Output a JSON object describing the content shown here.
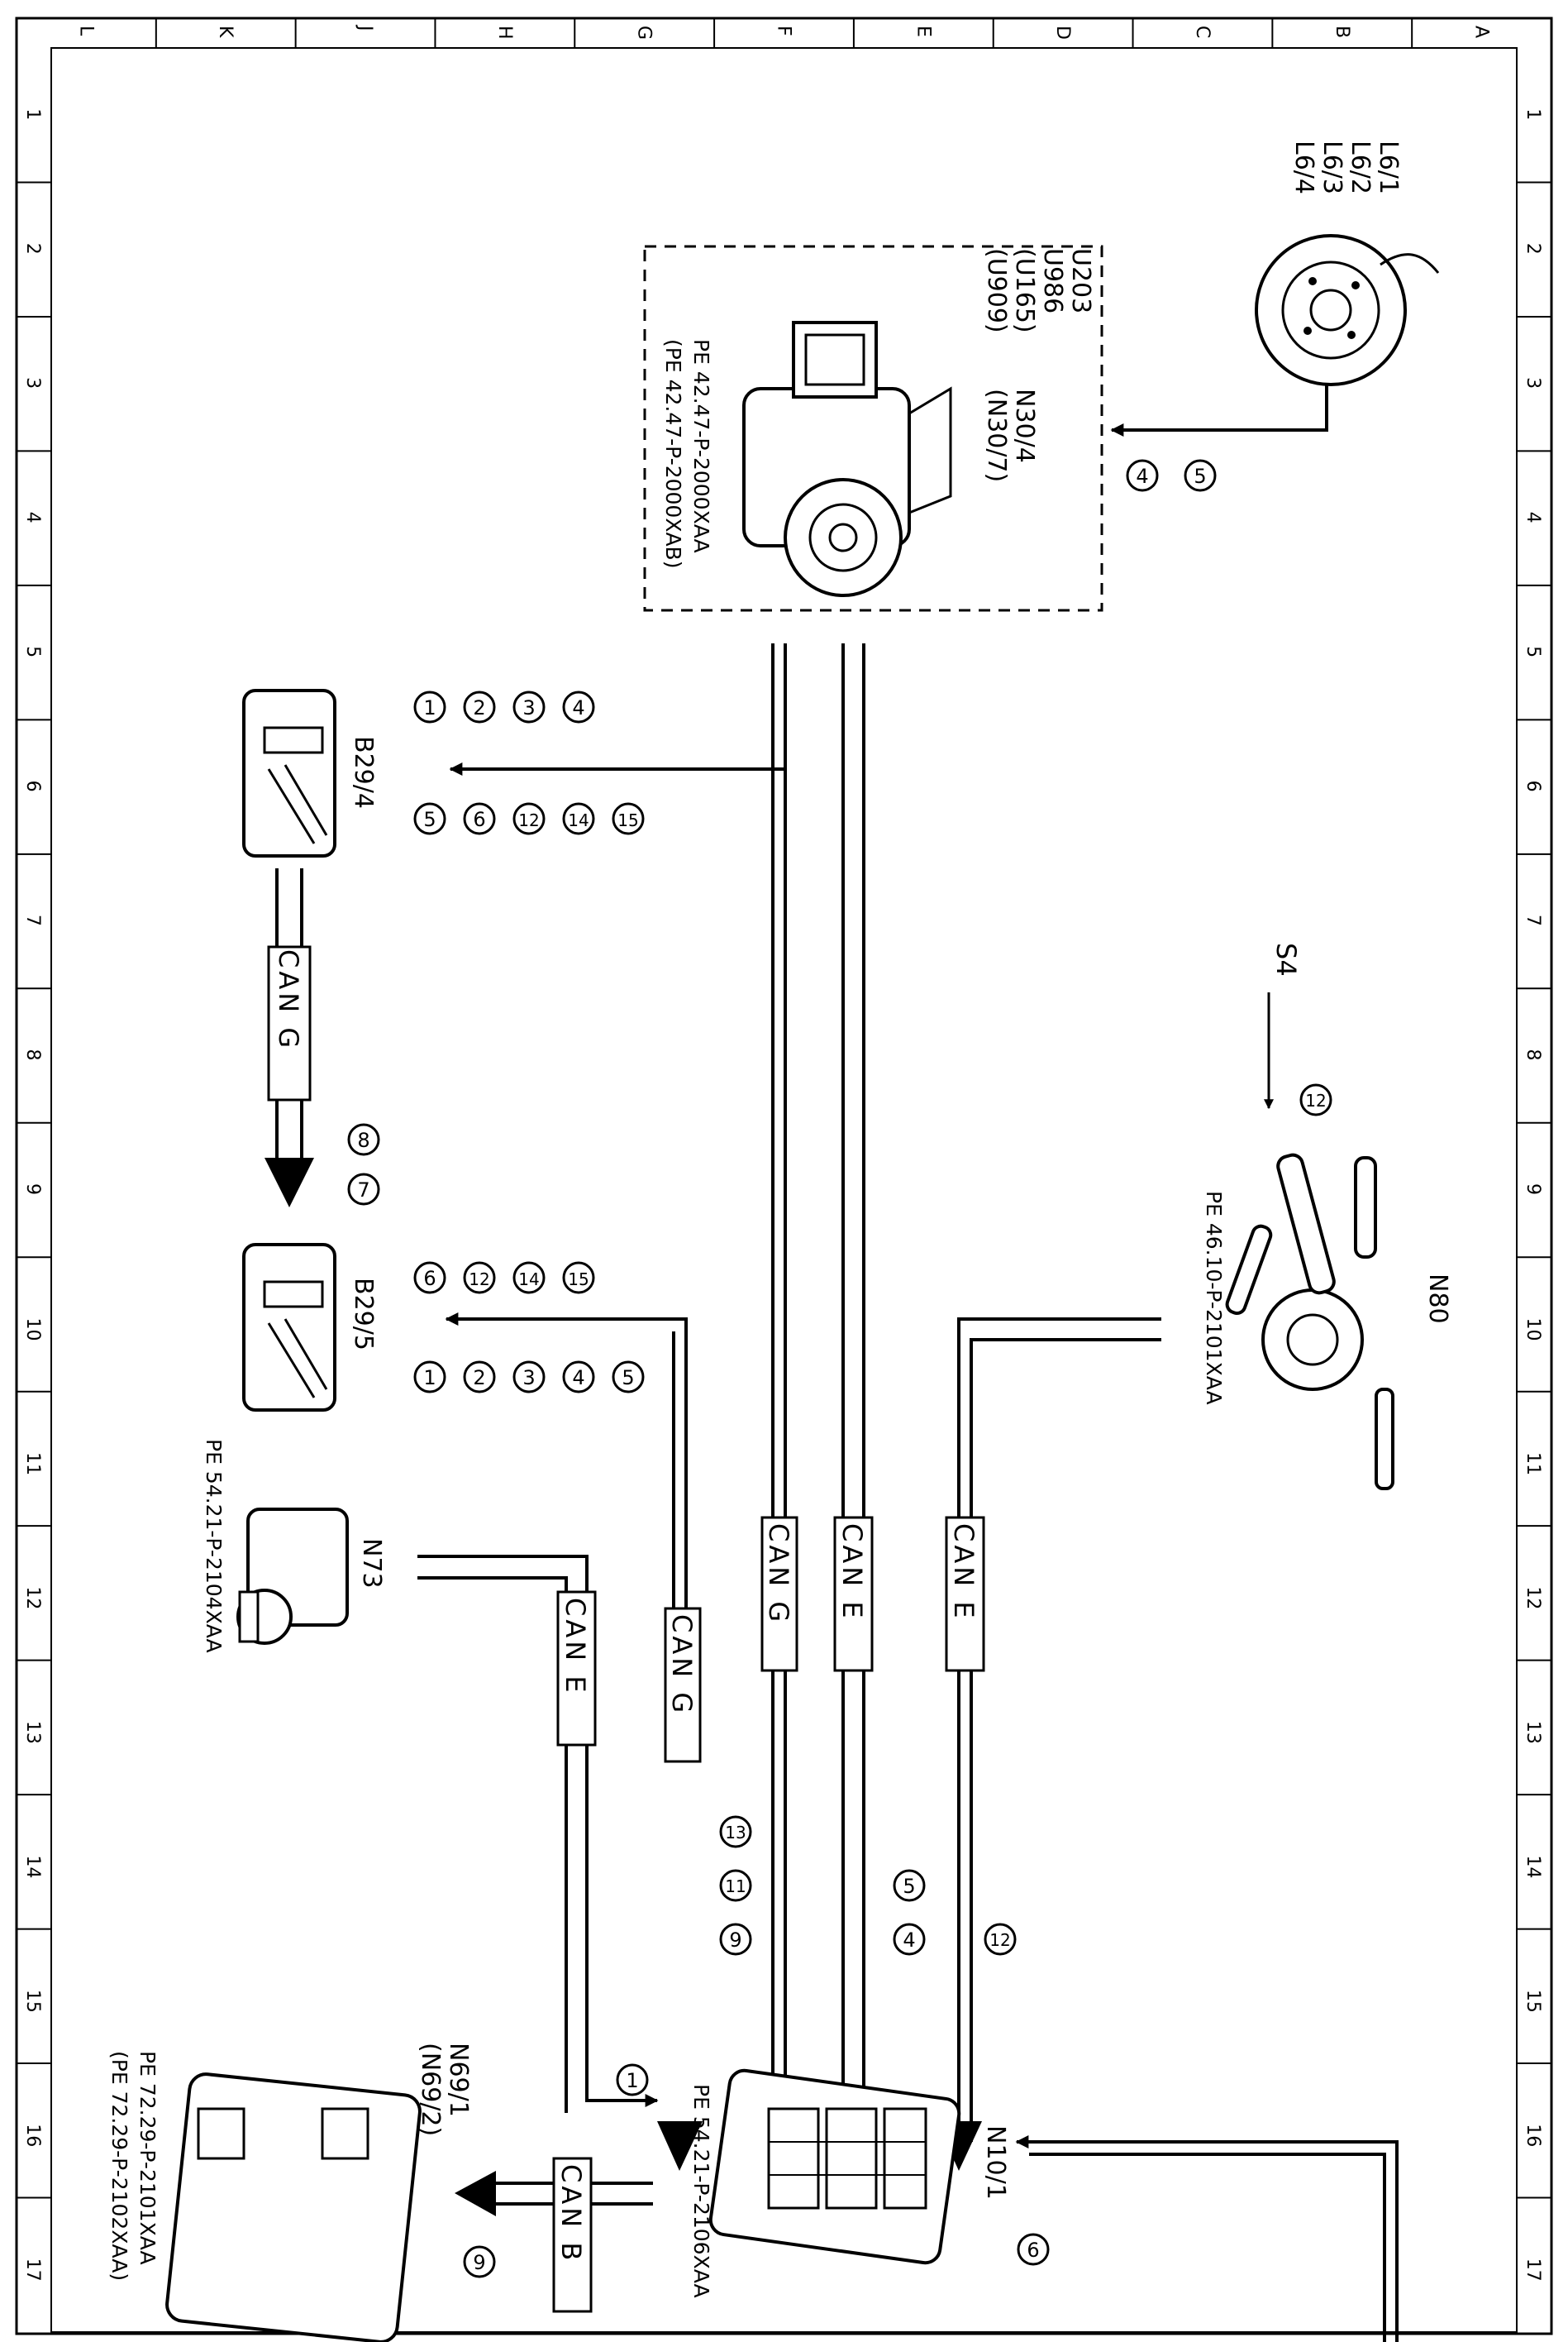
{
  "frame": {
    "columns": [
      "L",
      "K",
      "J",
      "H",
      "G",
      "F",
      "E",
      "D",
      "C",
      "B",
      "A"
    ],
    "rows": [
      "1",
      "2",
      "3",
      "4",
      "5",
      "6",
      "7",
      "8",
      "9",
      "10",
      "11",
      "12",
      "13",
      "14",
      "15",
      "16",
      "17"
    ]
  },
  "components": {
    "l6": {
      "lines": [
        "L6/1",
        "L6/2",
        "L6/3",
        "L6/4"
      ]
    },
    "u_box": {
      "lines": [
        "U203",
        "U986",
        "(U165)",
        "(U909)"
      ]
    },
    "n30": {
      "lines": [
        "N30/4",
        "(N30/7)"
      ]
    },
    "pe_n30": {
      "lines": [
        "PE 42.47-P-2000XAA",
        "(PE 42.47-P-2000XAB)"
      ]
    },
    "b29_4": {
      "label": "B29/4"
    },
    "b29_5": {
      "label": "B29/5"
    },
    "n73": {
      "label": "N73"
    },
    "pe_n73": {
      "label": "PE 54.21-P-2104XAA"
    },
    "s4": {
      "label": "S4"
    },
    "n80": {
      "label": "N80"
    },
    "pe_n80": {
      "label": "PE 46.10-P-2101XAA"
    },
    "n10": {
      "label": "N10/1"
    },
    "pe_n10": {
      "label": "PE 54.21-P-2106XAA"
    },
    "n69": {
      "lines": [
        "N69/1",
        "(N69/2)"
      ]
    },
    "pe_n69": {
      "lines": [
        "PE 72.29-P-2101XAA",
        "(PE 72.29-P-2102XAA)"
      ]
    }
  },
  "bus_labels": {
    "b29_4_to_b29_5": "CAN G",
    "g1": "CAN G",
    "g2": "CAN G",
    "e1": "CAN E",
    "e2": "CAN E",
    "e3": "CAN E",
    "b1": "CAN B"
  },
  "notes": {
    "n30": [
      "5",
      "4"
    ],
    "b29_4_top": [
      "1",
      "2",
      "3",
      "4"
    ],
    "b29_4_bottom": [
      "5",
      "6",
      "12",
      "14",
      "15"
    ],
    "b29_4_to_b29_5": [
      "8",
      "7"
    ],
    "b29_5_top": [
      "6",
      "12",
      "14",
      "15"
    ],
    "b29_5_bottom": [
      "1",
      "2",
      "3",
      "4",
      "5"
    ],
    "s4": [
      "12"
    ],
    "n10_g": [
      "13",
      "11",
      "9"
    ],
    "n10_e": [
      "5",
      "4"
    ],
    "n10_e2": [
      "12"
    ],
    "n10_b": [
      "1"
    ],
    "n10_right": [
      "6"
    ],
    "n69": [
      "9"
    ]
  }
}
